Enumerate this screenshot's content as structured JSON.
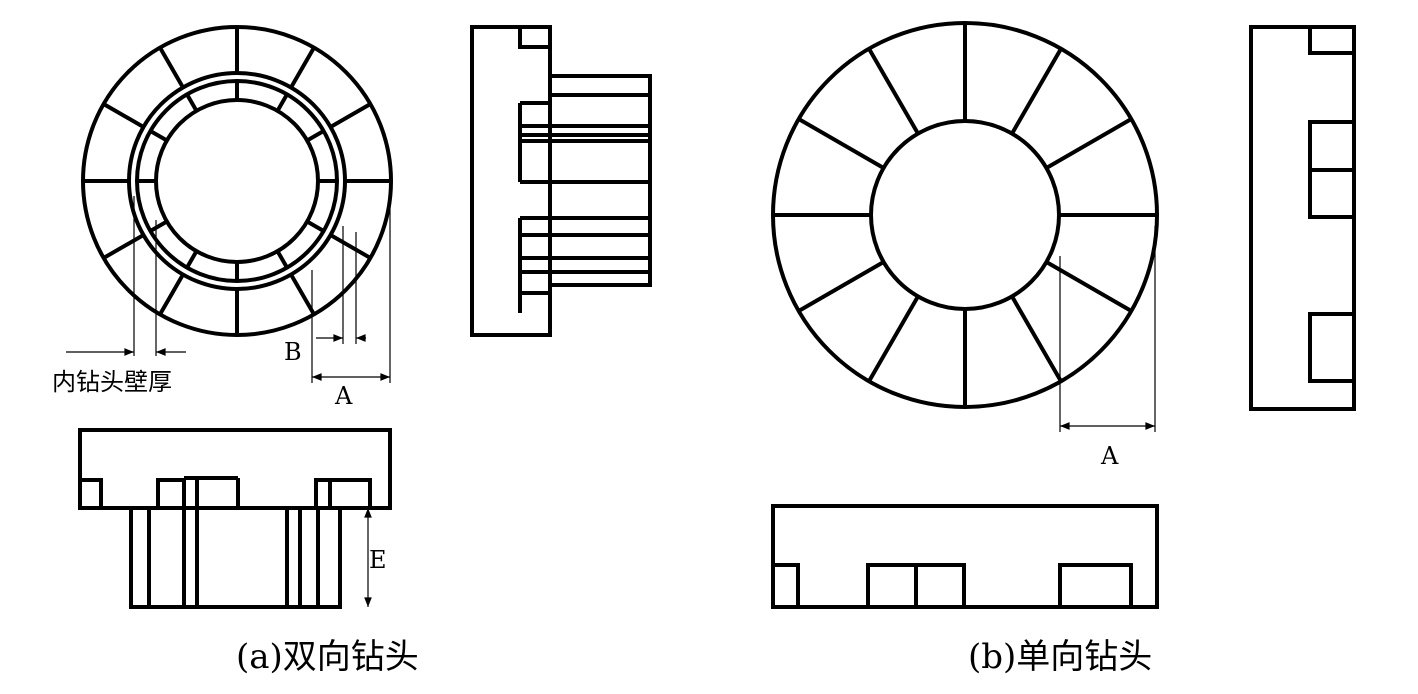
{
  "labels": {
    "inner_wall": "内钻头壁厚",
    "dim_a_left": "A",
    "dim_b": "B",
    "dim_e": "E",
    "dim_a_right": "A",
    "caption_a": "(a)双向钻头",
    "caption_b": "(b)单向钻头"
  },
  "colors": {
    "line": "#000000",
    "background": "#ffffff"
  }
}
